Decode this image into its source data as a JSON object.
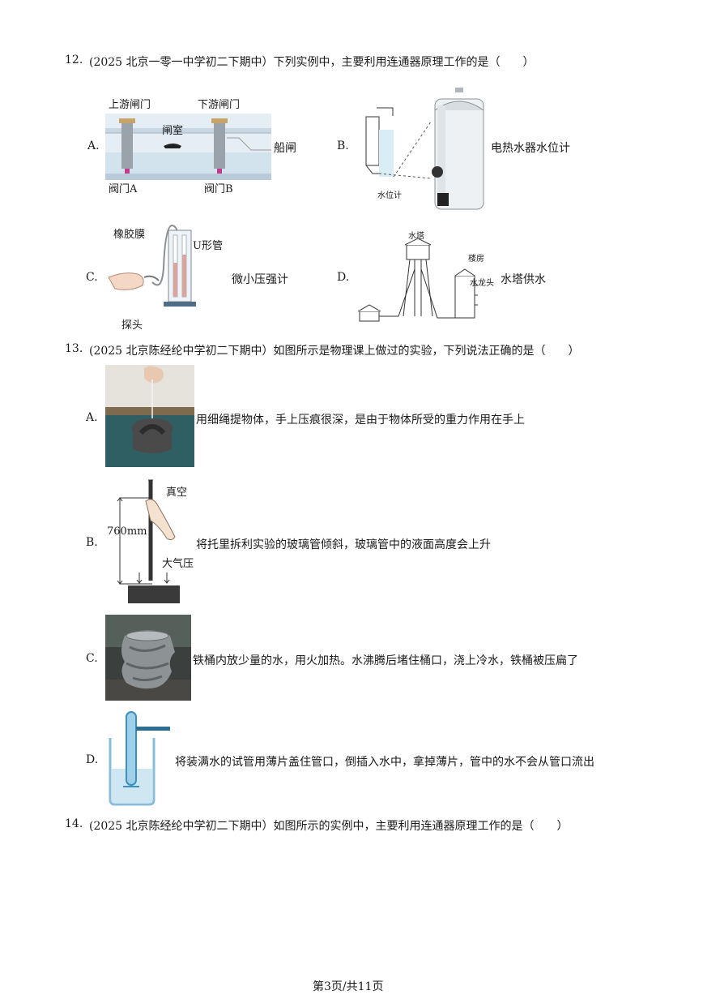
{
  "q12": {
    "number": "12.",
    "stem": "(2025 北京一零一中学初二下期中）下列实例中，主要利用连通器原理工作的是（　　）",
    "options": [
      {
        "label": "A.",
        "caption": "船闸",
        "tags": [
          "上游闸门",
          "下游闸门",
          "闸室",
          "阀门A",
          "阀门B"
        ]
      },
      {
        "label": "B.",
        "caption": "电热水器水位计",
        "tags": [
          "水位计"
        ]
      },
      {
        "label": "C.",
        "caption": "微小压强计",
        "tags": [
          "橡胶膜",
          "U形管",
          "探头"
        ]
      },
      {
        "label": "D.",
        "caption": "水塔供水",
        "tags": [
          "水塔",
          "楼房",
          "水龙头"
        ]
      }
    ]
  },
  "q13": {
    "number": "13.",
    "stem": "(2025 北京陈经纶中学初二下期中）如图所示是物理课上做过的实验，下列说法正确的是（　　）",
    "options": [
      {
        "label": "A.",
        "text": "用细绳提物体，手上压痕很深，是由于物体所受的重力作用在手上"
      },
      {
        "label": "B.",
        "text": "将托里拆利实验的玻璃管倾斜，玻璃管中的液面高度会上升",
        "tags": [
          "真空",
          "760mm",
          "大气压"
        ]
      },
      {
        "label": "C.",
        "text": "铁桶内放少量的水，用火加热。水沸腾后堵住桶口，浇上冷水，铁桶被压扁了"
      },
      {
        "label": "D.",
        "text": "将装满水的试管用薄片盖住管口，倒插入水中，拿掉薄片，管中的水不会从管口流出"
      }
    ]
  },
  "q14": {
    "number": "14.",
    "stem": "(2025 北京陈经纶中学初二下期中）如图所示的实例中，主要利用连通器原理工作的是（　　）"
  },
  "footer": "第3页/共11页"
}
